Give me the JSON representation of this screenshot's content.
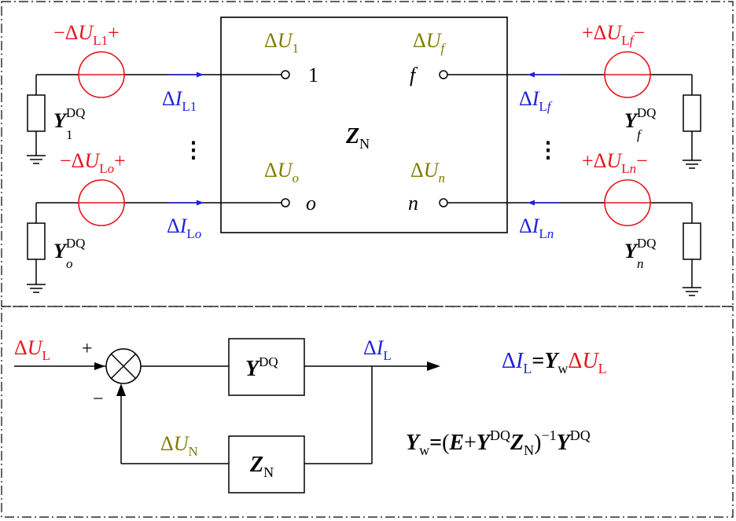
{
  "colors": {
    "black": "#000000",
    "red": "#e8141b",
    "blue": "#1f22d8",
    "olive": "#807b00"
  },
  "symbols": {
    "delta": "Δ",
    "minus": "−",
    "plus": "+",
    "dots": "⋮",
    "eq": "=",
    "lparen": "(",
    "rparen": ")"
  },
  "letters": {
    "U": "U",
    "I": "I",
    "Y": "Y",
    "Z": "Z",
    "E": "E",
    "L": "L",
    "N": "N",
    "w": "w",
    "DQ": "DQ",
    "one": "1",
    "o": "o",
    "f": "f",
    "n": "n",
    "L1": "L1",
    "Lo": "Lo",
    "Lf": "Lf",
    "Ln": "Ln",
    "exp": "−1"
  },
  "ports": {
    "p1": "1",
    "po": "o",
    "pf": "f",
    "pn": "n"
  },
  "summing_signs": {
    "plus": "+",
    "minus": "−"
  }
}
